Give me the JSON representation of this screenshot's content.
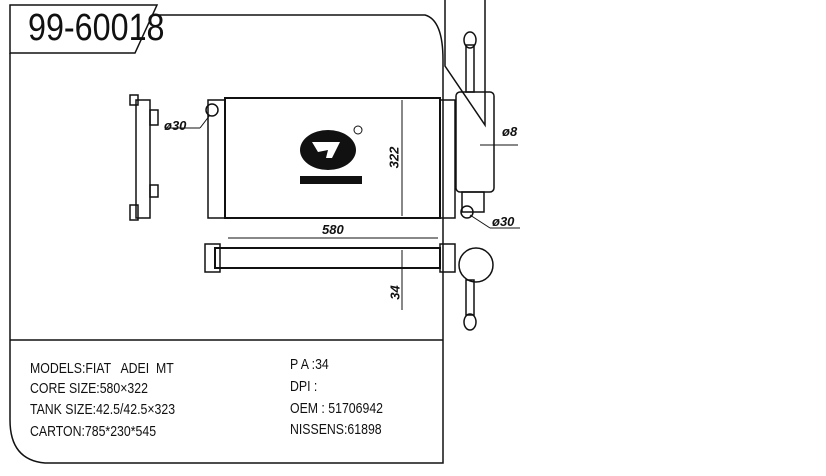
{
  "part_number": "99-60018",
  "specs_left": [
    "MODELS:FIAT   ADEI  MT",
    "CORE SIZE:580×322",
    "TANK SIZE:42.5/42.5×323",
    "CARTON:785*230*545"
  ],
  "specs_right": [
    "P A :34",
    "DPI :",
    "OEM : 51706942",
    "NISSENS:61898"
  ],
  "dimensions": {
    "width": "580",
    "height": "322",
    "thickness": "34",
    "inlet": "ø30",
    "outlet": "ø30",
    "vent": "ø8"
  }
}
